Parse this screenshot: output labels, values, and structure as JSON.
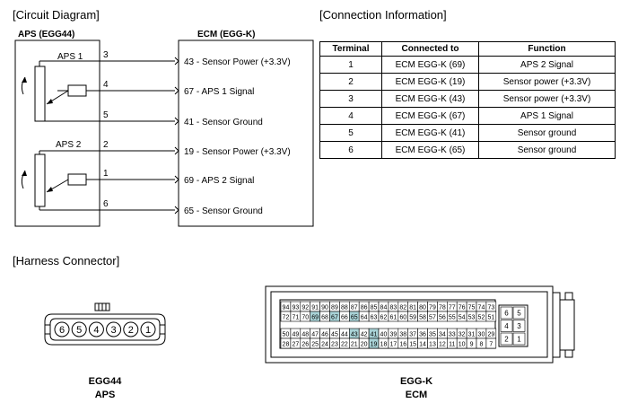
{
  "titles": {
    "circuit": "[Circuit Diagram]",
    "connection": "[Connection Information]",
    "harness": "[Harness Connector]"
  },
  "circuit": {
    "aps_box_label": "APS (EGG44)",
    "ecm_box_label": "ECM (EGG-K)",
    "sensor1_label": "APS 1",
    "sensor2_label": "APS 2",
    "wires": [
      {
        "pin": "3",
        "ecm_label": "43 - Sensor Power (+3.3V)"
      },
      {
        "pin": "4",
        "ecm_label": "67 - APS 1 Signal"
      },
      {
        "pin": "5",
        "ecm_label": "41 - Sensor Ground"
      },
      {
        "pin": "2",
        "ecm_label": "19 - Sensor Power  (+3.3V)"
      },
      {
        "pin": "1",
        "ecm_label": "69 - APS 2 Signal"
      },
      {
        "pin": "6",
        "ecm_label": "65 - Sensor Ground"
      }
    ]
  },
  "table": {
    "headers": [
      "Terminal",
      "Connected to",
      "Function"
    ],
    "rows": [
      [
        "1",
        "ECM EGG-K (69)",
        "APS 2 Signal"
      ],
      [
        "2",
        "ECM EGG-K (19)",
        "Sensor power (+3.3V)"
      ],
      [
        "3",
        "ECM EGG-K (43)",
        "Sensor power (+3.3V)"
      ],
      [
        "4",
        "ECM EGG-K (67)",
        "APS 1 Signal"
      ],
      [
        "5",
        "ECM EGG-K (41)",
        "Sensor ground"
      ],
      [
        "6",
        "ECM EGG-K (65)",
        "Sensor ground"
      ]
    ]
  },
  "harness": {
    "egg44": {
      "name": "EGG44",
      "sub": "APS",
      "pins": [
        "6",
        "5",
        "4",
        "3",
        "2",
        "1"
      ]
    },
    "eggk": {
      "name": "EGG-K",
      "sub": "ECM",
      "rows": [
        [
          "94",
          "93",
          "92",
          "91",
          "90",
          "89",
          "88",
          "87",
          "86",
          "85",
          "84",
          "83",
          "82",
          "81",
          "80",
          "79",
          "78",
          "77",
          "76",
          "75",
          "74",
          "73"
        ],
        [
          "72",
          "71",
          "70",
          "69",
          "68",
          "67",
          "66",
          "65",
          "64",
          "63",
          "62",
          "61",
          "60",
          "59",
          "58",
          "57",
          "56",
          "55",
          "54",
          "53",
          "52",
          "51"
        ],
        [
          "50",
          "49",
          "48",
          "47",
          "46",
          "45",
          "44",
          "43",
          "42",
          "41",
          "40",
          "39",
          "38",
          "37",
          "36",
          "35",
          "34",
          "33",
          "32",
          "31",
          "30",
          "29"
        ],
        [
          "28",
          "27",
          "26",
          "25",
          "24",
          "23",
          "22",
          "21",
          "20",
          "19",
          "18",
          "17",
          "16",
          "15",
          "14",
          "13",
          "12",
          "11",
          "10",
          "9",
          "8",
          "7"
        ]
      ],
      "highlighted": [
        "69",
        "67",
        "65",
        "43",
        "41",
        "19"
      ],
      "side_pins": [
        [
          "6",
          "5"
        ],
        [
          "4",
          "3"
        ],
        [
          "2",
          "1"
        ]
      ],
      "highlight_color": "#a8d2d6"
    }
  }
}
